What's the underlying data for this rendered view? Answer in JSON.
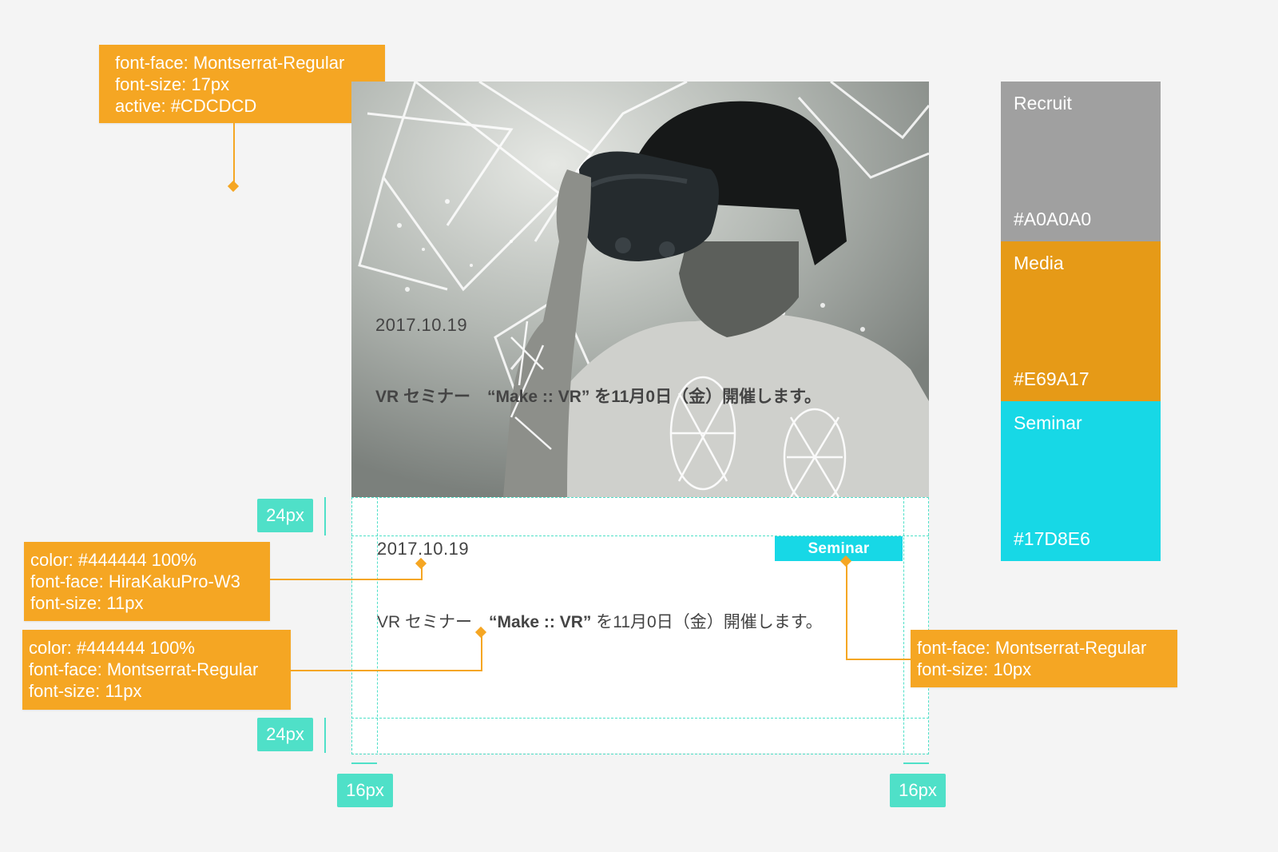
{
  "callouts": {
    "nav": [
      "font-face: Montserrat-Regular",
      "font-size: 17px",
      "active: #CDCDCD"
    ],
    "date": [
      "color: #444444 100%",
      "font-face: HiraKakuPro-W3",
      "font-size: 11px"
    ],
    "title": [
      "color: #444444 100%",
      "font-face: Montserrat-Regular",
      "font-size: 11px"
    ],
    "tag": [
      "font-face: Montserrat-Regular",
      "font-size: 10px"
    ]
  },
  "measures": {
    "top_padding": "24px",
    "bottom_padding": "24px",
    "left_padding": "16px",
    "right_padding": "16px"
  },
  "card": {
    "date": "2017.10.19",
    "title_prefix": "VR セミナー",
    "title_bold": "“Make :: VR”",
    "title_suffix": " を11月0日（金）開催します。",
    "tag": "Seminar"
  },
  "photo_overlay": {
    "date": "2017.10.19",
    "title": "VR セミナー　“Make :: VR” を11月0日（金）開催します。"
  },
  "swatches": [
    {
      "name": "Recruit",
      "hex": "#A0A0A0"
    },
    {
      "name": "Media",
      "hex": "#E69A17"
    },
    {
      "name": "Seminar",
      "hex": "#17D8E6"
    }
  ],
  "colors": {
    "callout": "#F5A623",
    "measure": "#4FE0C8",
    "text": "#444444"
  }
}
